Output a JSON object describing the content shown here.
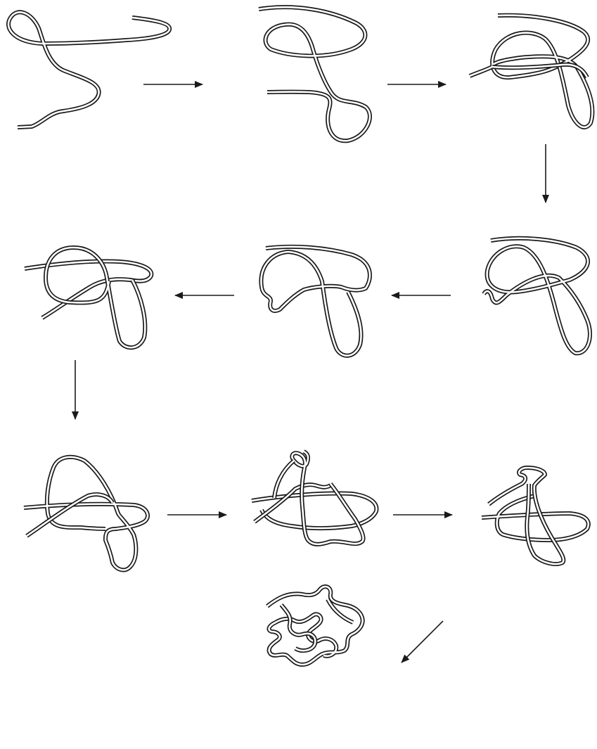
{
  "diagram": {
    "description_free": true,
    "stroke_color": "#1a1a1a",
    "fill_color": "#ffffff",
    "arrow_color": "#1a1a1a",
    "stages": [
      {
        "id": "stage-1",
        "row": 1,
        "col": 1
      },
      {
        "id": "stage-2",
        "row": 1,
        "col": 2
      },
      {
        "id": "stage-3",
        "row": 1,
        "col": 3
      },
      {
        "id": "stage-4",
        "row": 2,
        "col": 3
      },
      {
        "id": "stage-5",
        "row": 2,
        "col": 2
      },
      {
        "id": "stage-6",
        "row": 2,
        "col": 1
      },
      {
        "id": "stage-7",
        "row": 3,
        "col": 1
      },
      {
        "id": "stage-8",
        "row": 3,
        "col": 2
      },
      {
        "id": "stage-9",
        "row": 3,
        "col": 3
      },
      {
        "id": "stage-10",
        "row": 4,
        "col": 2
      }
    ],
    "arrows": [
      {
        "from": "stage-1",
        "to": "stage-2",
        "direction": "right"
      },
      {
        "from": "stage-2",
        "to": "stage-3",
        "direction": "right"
      },
      {
        "from": "stage-3",
        "to": "stage-4",
        "direction": "down"
      },
      {
        "from": "stage-4",
        "to": "stage-5",
        "direction": "left"
      },
      {
        "from": "stage-5",
        "to": "stage-6",
        "direction": "left"
      },
      {
        "from": "stage-6",
        "to": "stage-7",
        "direction": "down"
      },
      {
        "from": "stage-7",
        "to": "stage-8",
        "direction": "right"
      },
      {
        "from": "stage-8",
        "to": "stage-9",
        "direction": "right"
      },
      {
        "from": "stage-9",
        "to": "stage-10",
        "direction": "down-left"
      }
    ]
  }
}
